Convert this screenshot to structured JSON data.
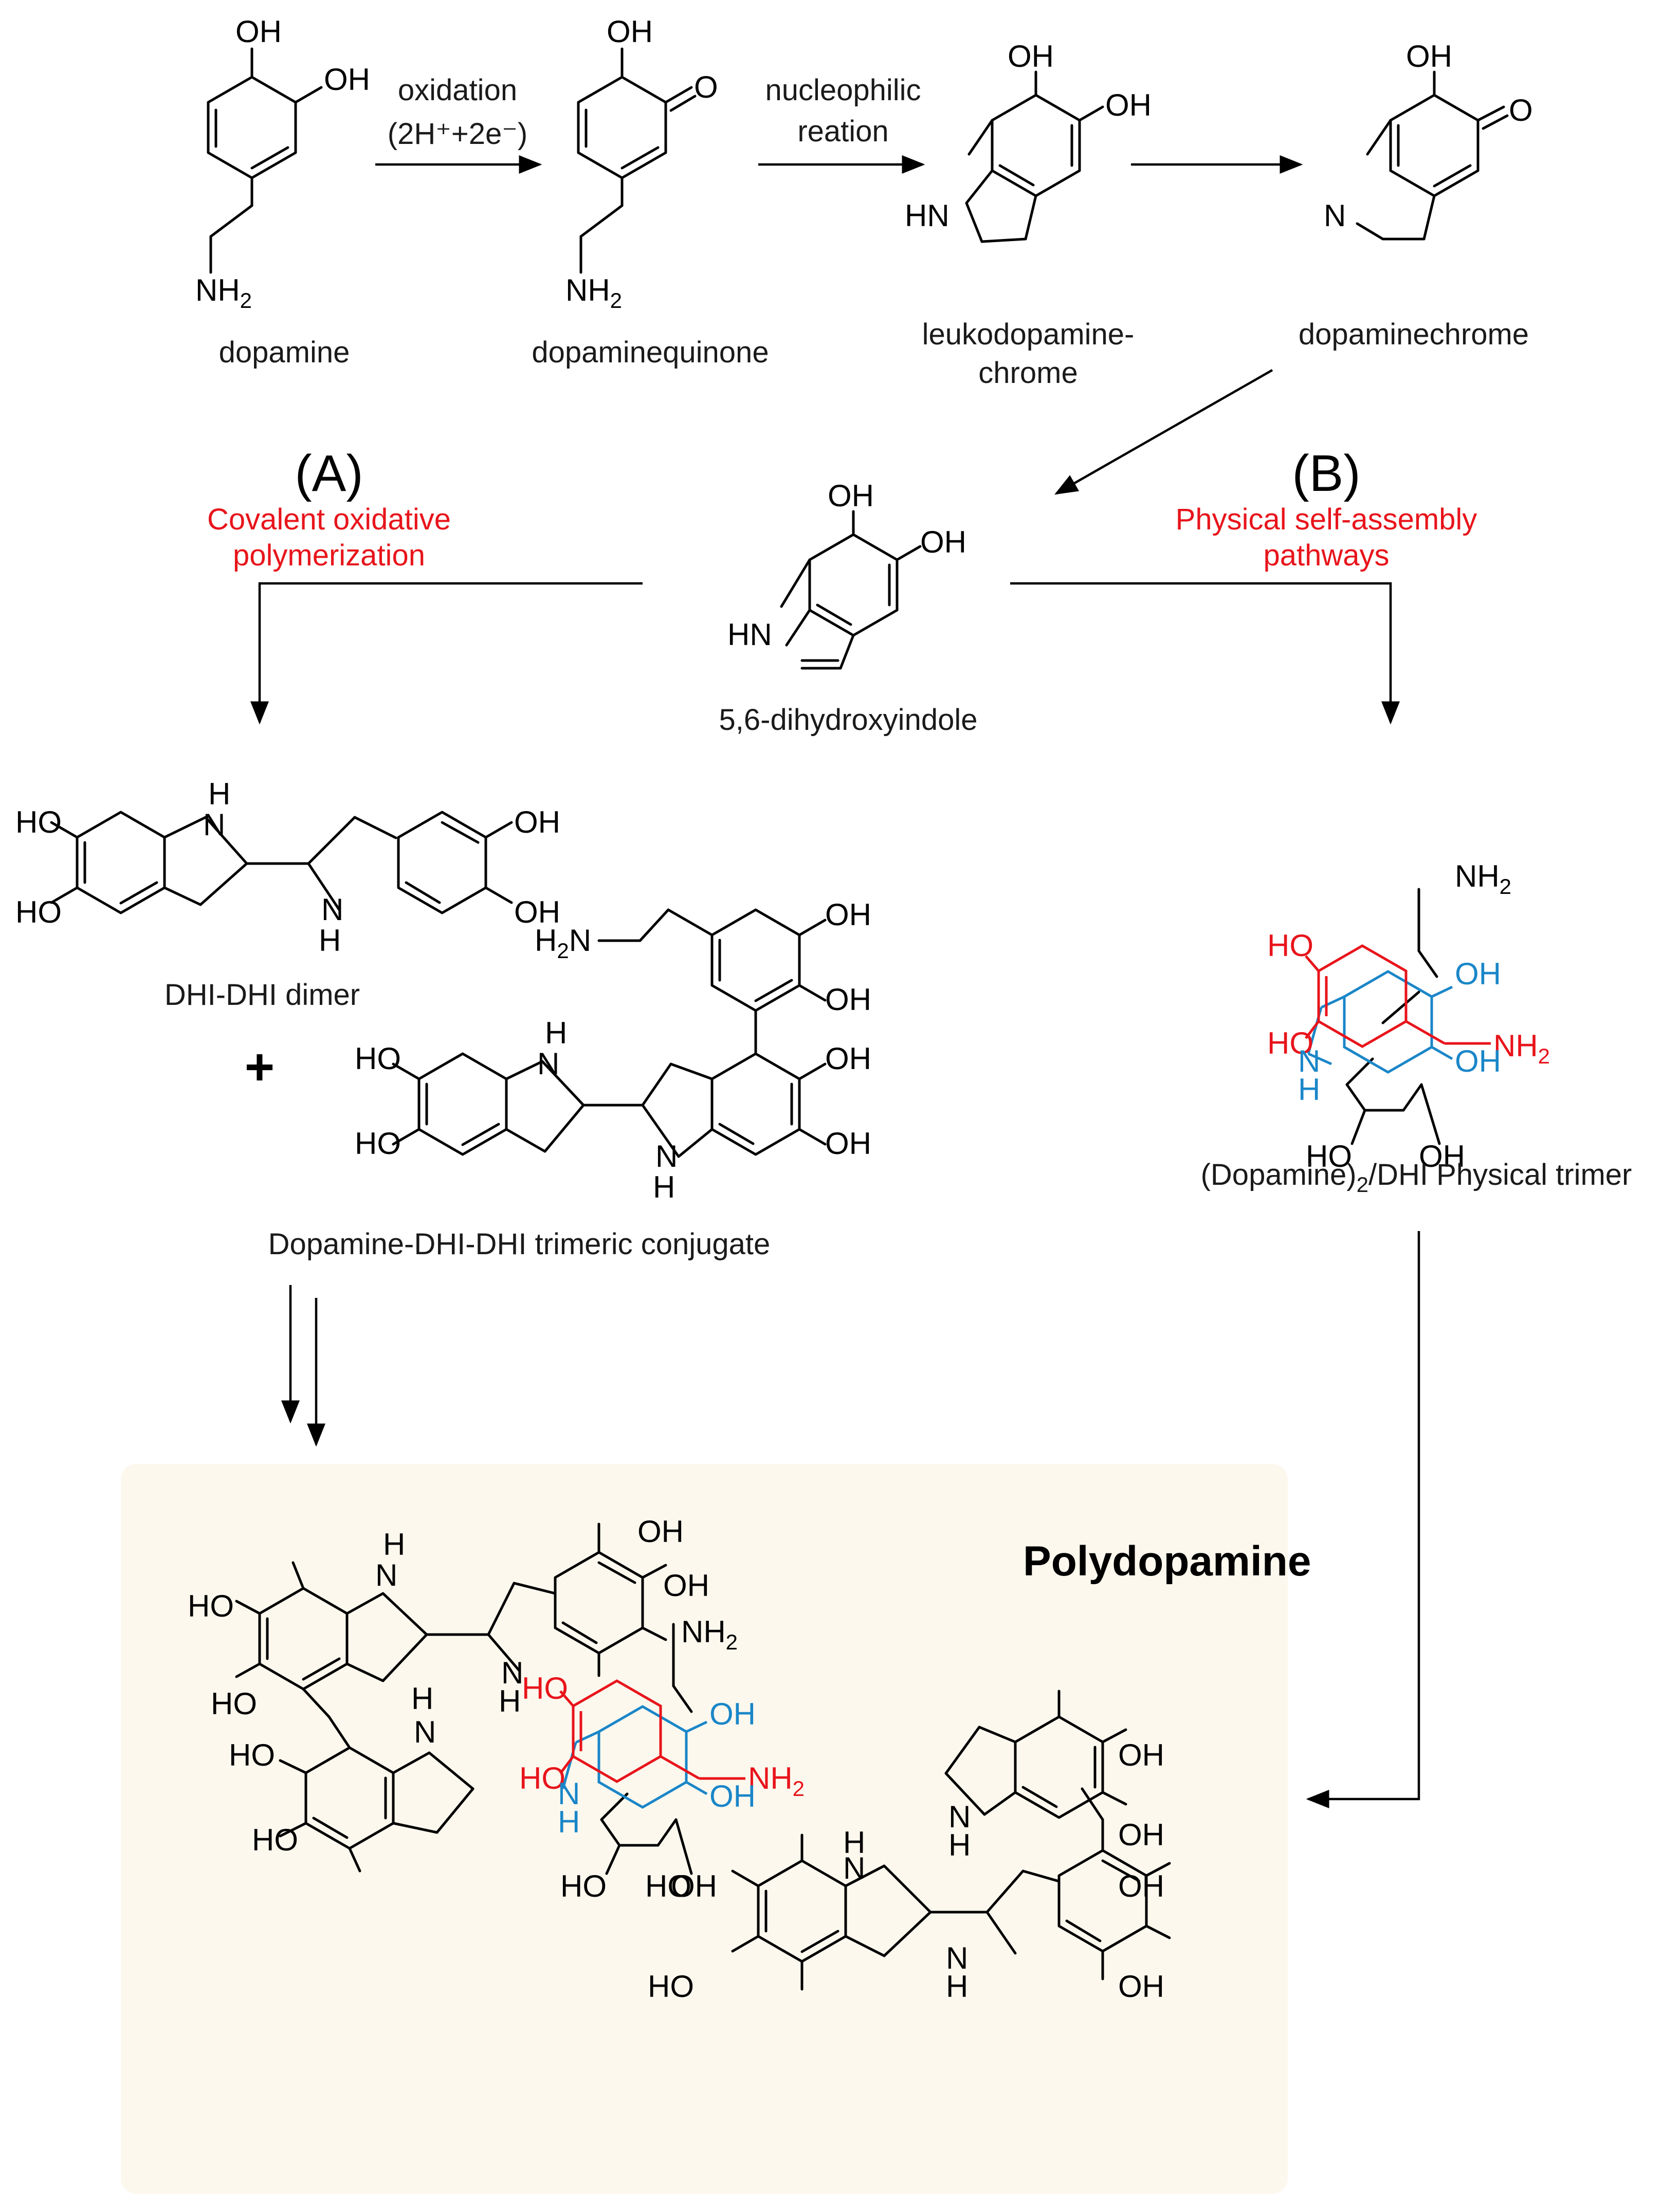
{
  "compounds": {
    "dopamine": "dopamine",
    "dopaminequinone": "dopaminequinone",
    "leuko_line1": "leukodopamine-",
    "leuko_line2": "chrome",
    "dopaminechrome": "dopaminechrome",
    "dhi": "5,6-dihydroxyindole",
    "dimer": "DHI-DHI dimer",
    "trimeric": "Dopamine-DHI-DHI trimeric conjugate",
    "physical_trimer_a": "(Dopamine)",
    "physical_trimer_sub": "2",
    "physical_trimer_b": "/DHI Physical trimer",
    "polydopamine": "Polydopamine"
  },
  "steps": {
    "oxidation": "oxidation",
    "oxidation_detail": "(2H⁺+2e⁻)",
    "nucleophilic_line1": "nucleophilic",
    "nucleophilic_line2": "reation"
  },
  "pathways": {
    "a_label": "(A)",
    "a_line1": "Covalent oxidative",
    "a_line2": "polymerization",
    "b_label": "(B)",
    "b_line1": "Physical self-assembly",
    "b_line2": "pathways",
    "plus": "+"
  },
  "atoms": {
    "oh": "OH",
    "ho": "HO",
    "o": "O",
    "nh": "NH",
    "hn": "HN",
    "n": "N",
    "h": "H",
    "nh2": "NH",
    "h2n": "H",
    "two": "2"
  },
  "colors": {
    "background_box": "#fcf8ee",
    "red": "#e8141b",
    "blue": "#1a86c8",
    "ink": "#000000"
  }
}
